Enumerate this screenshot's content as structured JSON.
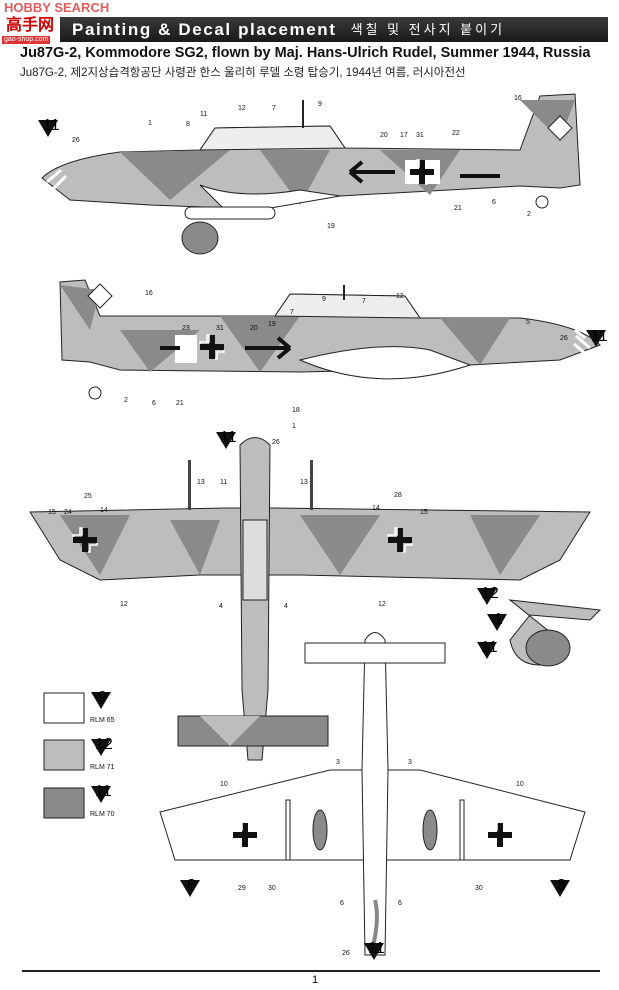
{
  "watermark": {
    "brand": "HOBBY SEARCH",
    "logo": "高手网",
    "url": "gao-shop.com"
  },
  "header": {
    "title_en": "Painting & Decal placement",
    "title_ko": "색칠 및 전사지 붙이기"
  },
  "scheme": {
    "title": "Ju87G-2, Kommodore SG2, flown by Maj. Hans-Ulrich Rudel, Summer 1944, Russia",
    "subtitle_ko": "Ju87G-2, 제2지상습격항공단 사령관 한스 울리히 루델 소령 탑승기, 1944년 여름, 러시아전선"
  },
  "colors": {
    "rlm65": "#ffffff",
    "rlm71": "#bdbdbd",
    "rlm70": "#8a8a8a",
    "outline": "#222222"
  },
  "legend": [
    {
      "code": "9",
      "label": "RLM 65"
    },
    {
      "code": "12",
      "label": "RLM 71"
    },
    {
      "code": "11",
      "label": "RLM 70"
    }
  ],
  "views": {
    "side_left": {
      "paint": "11",
      "callouts": [
        "26",
        "1",
        "8",
        "11",
        "12",
        "7",
        "9",
        "20",
        "17",
        "31",
        "22",
        "16",
        "19",
        "21",
        "6",
        "2"
      ]
    },
    "side_right": {
      "callouts": [
        "16",
        "23",
        "31",
        "20",
        "19",
        "7",
        "9",
        "7",
        "12",
        "5",
        "26",
        "2",
        "6",
        "21",
        "18",
        "1"
      ],
      "paint": "11"
    },
    "top": {
      "paint": "11",
      "callouts": [
        "26",
        "13",
        "11",
        "13",
        "15",
        "24",
        "25",
        "14",
        "14",
        "28",
        "15",
        "12",
        "12",
        "4",
        "4"
      ]
    },
    "detail": {
      "paints": [
        "12",
        "1",
        "11"
      ]
    },
    "bottom": {
      "callouts": [
        "10",
        "3",
        "3",
        "10",
        "29",
        "30",
        "6",
        "6",
        "30",
        "26"
      ],
      "paints": [
        "8",
        "8",
        "11"
      ]
    }
  },
  "footer": {
    "page": "1"
  }
}
